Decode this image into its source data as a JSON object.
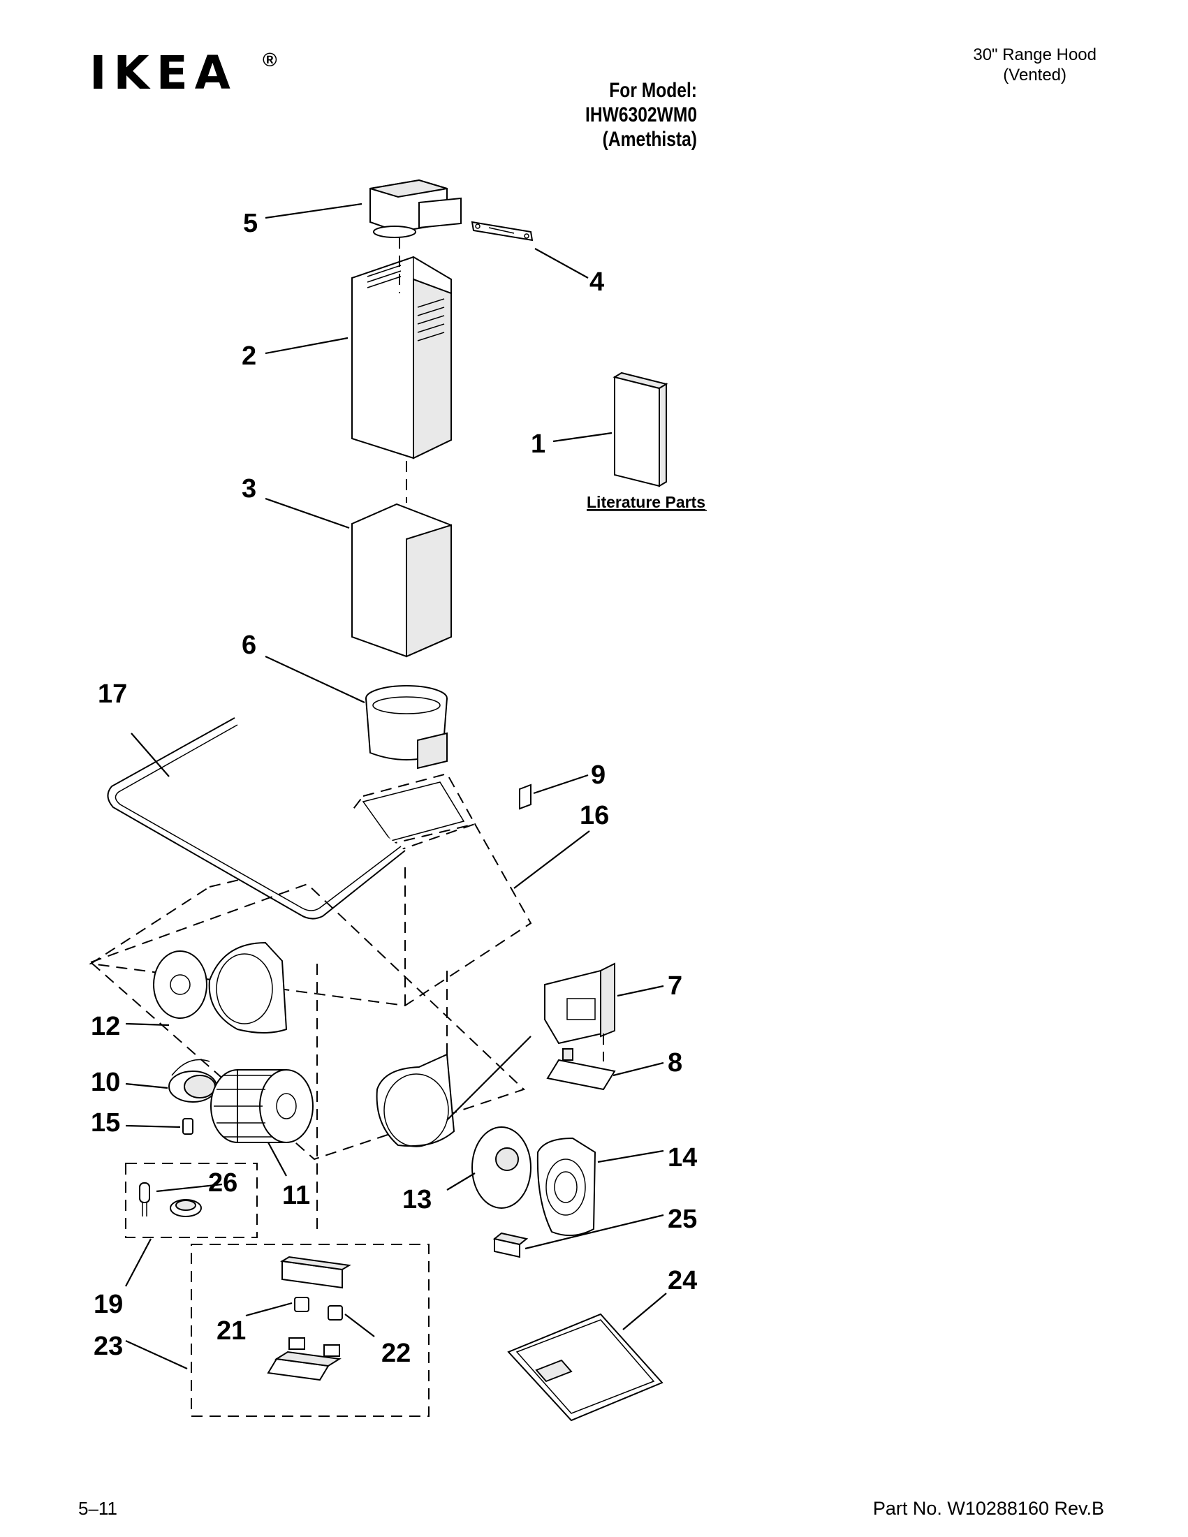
{
  "brand": {
    "logo_text": "IKEA",
    "registered": "®"
  },
  "product": {
    "line1": "30\" Range Hood",
    "line2": "(Vented)"
  },
  "model": {
    "line1": "For Model: IHW6302WM0",
    "line2": "(Amethista)"
  },
  "literature_label": "Literature Parts",
  "callouts": {
    "c1": "1",
    "c2": "2",
    "c3": "3",
    "c4": "4",
    "c5": "5",
    "c6": "6",
    "c7": "7",
    "c8": "8",
    "c9": "9",
    "c10": "10",
    "c11": "11",
    "c12": "12",
    "c13": "13",
    "c14": "14",
    "c15": "15",
    "c16": "16",
    "c17": "17",
    "c19": "19",
    "c21": "21",
    "c22": "22",
    "c23": "23",
    "c24": "24",
    "c25": "25",
    "c26": "26"
  },
  "footer": {
    "page": "5–11",
    "part_no": "Part No. W10288160 Rev.B"
  }
}
